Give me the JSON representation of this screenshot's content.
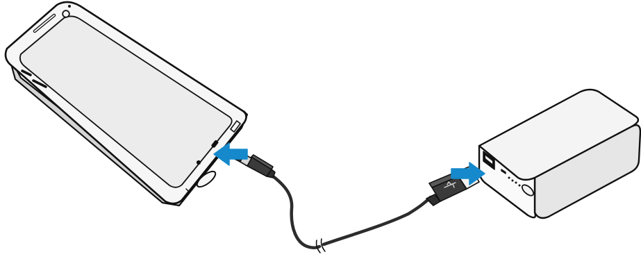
{
  "diagram": {
    "type": "device-charging-illustration",
    "objects": [
      {
        "name": "smartphone",
        "icon": "smartphone-illustration"
      },
      {
        "name": "usb-cable",
        "icon": "usb-cable-illustration"
      },
      {
        "name": "power-bank",
        "icon": "battery-pack-illustration"
      }
    ],
    "arrows": [
      {
        "name": "insert-arrow-phone",
        "icon": "arrow-left-icon",
        "color": "#1589cb"
      },
      {
        "name": "insert-arrow-powerbank",
        "icon": "arrow-right-icon",
        "color": "#1589cb"
      }
    ],
    "colors": {
      "outline": "#111111",
      "device_fill": "#f6f6f6",
      "screen_fill": "#ededed",
      "arrow": "#1589cb",
      "cable": "#2c2c2c"
    }
  }
}
